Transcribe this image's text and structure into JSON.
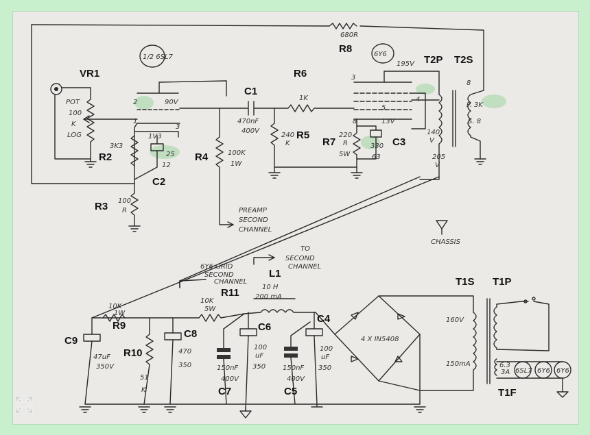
{
  "labels": {
    "VR1": "VR1",
    "R2": "R2",
    "R3": "R3",
    "R4": "R4",
    "C1": "C1",
    "C2": "C2",
    "R5": "R5",
    "R6": "R6",
    "R7": "R7",
    "R8": "R8",
    "C3": "C3",
    "T2P": "T2P",
    "T2S": "T2S",
    "L1": "L1",
    "R11": "R11",
    "C4": "C4",
    "C5": "C5",
    "C6": "C6",
    "C7": "C7",
    "C8": "C8",
    "C9": "C9",
    "R9": "R9",
    "R10": "R10",
    "T1S": "T1S",
    "T1P": "T1P",
    "T1F": "T1F"
  },
  "annotations": {
    "tube1": "1/2 6SL7",
    "tube2": "6Y6",
    "pot": "POT",
    "pot_value": "100",
    "pot_k": "K",
    "pot_taper": "LOG",
    "v90": "90V",
    "v1v3": "1V3",
    "r2_val": "3K3",
    "c2_val": "25",
    "c2_v": "12",
    "r3_val": "100",
    "r3_r": "R",
    "r4_val": "100K",
    "r4_w": "1W",
    "c1_val": "470nF",
    "c1_v": "400V",
    "r5_val": "240",
    "r5_k": "K",
    "r6_val": "1K",
    "r7_val": "220",
    "r7_r": "R",
    "r7_w": "5W",
    "c3_val": "330",
    "c3_v": "63",
    "v13": "13V",
    "r8_val": "680R",
    "v195": "195V",
    "v140": "140",
    "v140b": "V",
    "v205": "205",
    "v205b": "V",
    "t2_p": "P. 3K",
    "t2_s": "S. 8",
    "preamp": "PREAMP",
    "preamp2": "SECOND",
    "preamp3": "CHANNEL",
    "to": "TO",
    "to2": "SECOND",
    "to3": "CHANNEL",
    "grid": "6Y6 GRID",
    "grid2": "SECOND",
    "grid3": "CHANNEL",
    "chassis": "CHASSIS",
    "l1_val": "10 H",
    "l1_i": "200 mA",
    "r11_val": "10K",
    "r11_w": "5W",
    "r9_val": "10K",
    "r9_w": "1W",
    "r10_val": "51",
    "r10_k": "K",
    "c9_val": "47uF",
    "c9_v": "350V",
    "c8_val": "470",
    "c8_v": "350",
    "c7_val": "150nF",
    "c7_v": "400V",
    "c6_val": "100",
    "c6_u": "uF",
    "c6_v": "350",
    "c5_val": "150nF",
    "c5_v": "400V",
    "c4_val": "100",
    "c4_u": "uF",
    "c4_v": "350",
    "bridge": "4 X IN5408",
    "t1s_v": "160V",
    "t1s_i": "150mA",
    "t1f_v": "6.3",
    "t1f_a": "3A",
    "heater1": "6SL7",
    "heater2": "6Y6",
    "heater3": "6Y6",
    "pin2": "2",
    "pin3": "3",
    "pin1": "1",
    "pin8": "8",
    "pin5": "5",
    "pin4": "4",
    "pin8b": "8",
    "pin3b": "3"
  }
}
